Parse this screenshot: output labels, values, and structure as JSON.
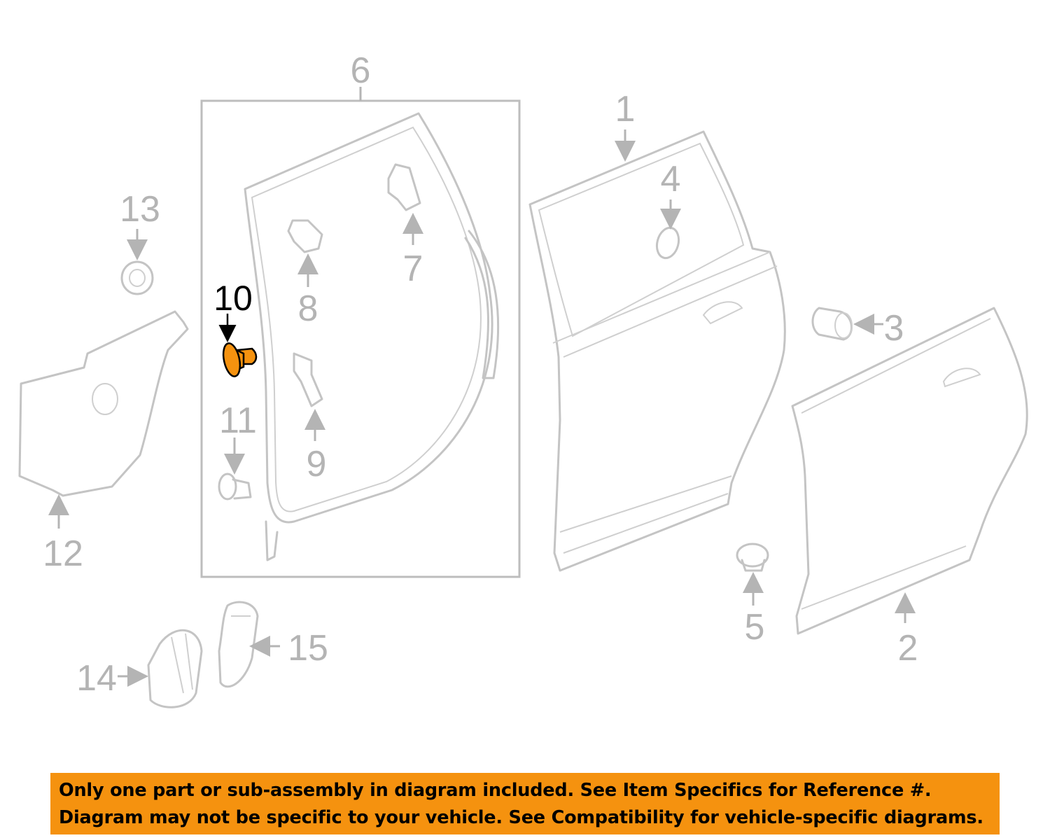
{
  "diagram": {
    "highlighted_part": "10",
    "highlight_color": "#f5920f",
    "callouts": {
      "c1": "1",
      "c2": "2",
      "c3": "3",
      "c4": "4",
      "c5": "5",
      "c6": "6",
      "c7": "7",
      "c8": "8",
      "c9": "9",
      "c10": "10",
      "c11": "11",
      "c12": "12",
      "c13": "13",
      "c14": "14",
      "c15": "15"
    }
  },
  "banner": {
    "line1": "Only one part or sub-assembly in diagram included. See Item Specifics for Reference #.",
    "line2": "Diagram may not be specific to your vehicle. See Compatibility for vehicle-specific diagrams."
  }
}
